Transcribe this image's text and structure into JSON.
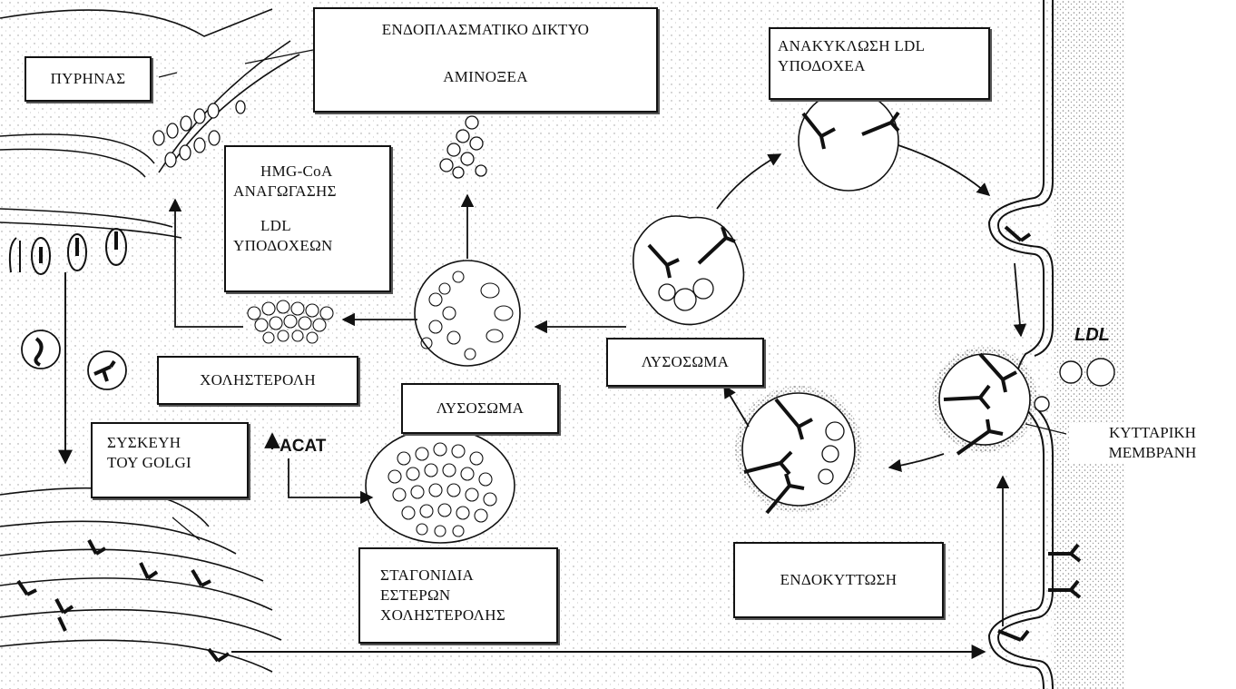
{
  "labels": {
    "nucleus": "ΠΥΡΗΝΑΣ",
    "er_line1": "ΕΝΔΟΠΛΑΣΜΑΤΙΚΟ ΔΙΚΤΥΟ",
    "er_line2": "ΑΜΙΝΟΞΕΑ",
    "recycling_line1": "ΑΝΑΚΥΚΛΩΣΗ LDL",
    "recycling_line2": "ΥΠΟΔΟΧΕΑ",
    "hmg_line1": "HMG-CoA",
    "hmg_line2": "ΑΝΑΓΩΓΑΣΗΣ",
    "ldl_rec_line1": "LDL",
    "ldl_rec_line2": "ΥΠΟΔΟΧΕΩΝ",
    "cholesterol": "ΧΟΛΗΣΤΕΡΟΛΗ",
    "lysosome_center": "ΛΥΣΟΣΩΜΑ",
    "lysosome_right": "ΛΥΣΟΣΩΜΑ",
    "acat": "ACAT",
    "golgi_line1": "ΣΥΣΚΕΥΗ",
    "golgi_line2": "ΤΟΥ GOLGI",
    "droplets_line1": "ΣΤΑΓΟΝΙΔΙΑ",
    "droplets_line2": "ΕΣΤΕΡΩΝ",
    "droplets_line3": "ΧΟΛΗΣΤΕΡΟΛΗΣ",
    "endocytosis": "ΕΝΔΟΚΥΤΤΩΣΗ",
    "ldl_particle": "LDL",
    "membrane_line1": "ΚΥΤΤΑΡΙΚΗ",
    "membrane_line2": "ΜΕΜΒΡΑΝΗ"
  },
  "colors": {
    "ink": "#111111",
    "background": "#ffffff",
    "stipple": "#9a9a9a"
  }
}
